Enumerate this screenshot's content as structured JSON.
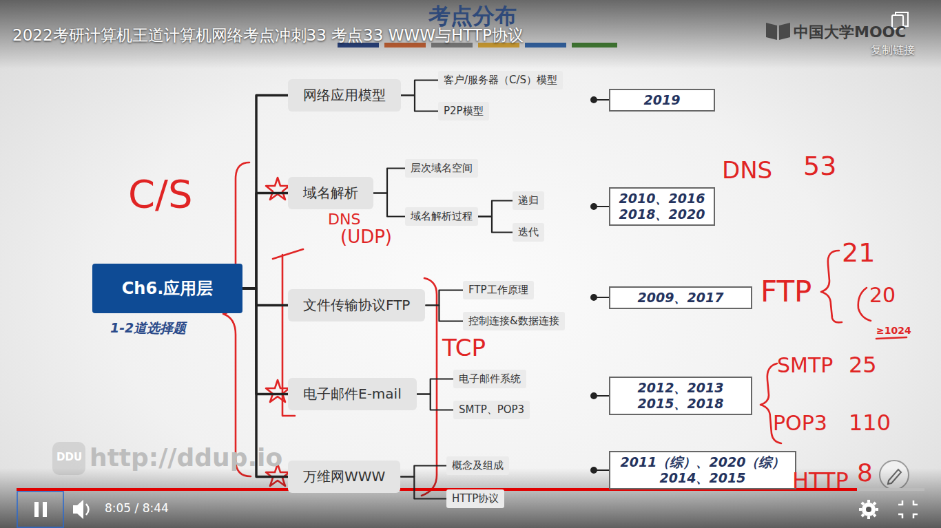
{
  "diagram": {
    "title": "考点分布",
    "nodes": [
      {
        "text": [
          "Ch6.应用层"
        ]
      },
      {
        "text": [
          "网络应用模型"
        ]
      },
      {
        "text": [
          "客户/服务器（C/S）模型"
        ]
      },
      {
        "text": [
          "P2P模型"
        ]
      },
      {
        "text": [
          "2019"
        ]
      },
      {
        "text": [
          "域名解析"
        ]
      },
      {
        "text": [
          "层次域名空间"
        ]
      },
      {
        "text": [
          "域名解析过程"
        ]
      },
      {
        "text": [
          "递归"
        ]
      },
      {
        "text": [
          "迭代"
        ]
      },
      {
        "text": [
          "2010、2016 2018、2020"
        ]
      },
      {
        "text": [
          "文件传输协议FTP"
        ]
      },
      {
        "text": [
          "FTP工作原理"
        ]
      },
      {
        "text": [
          "控制连接&数据连接"
        ]
      },
      {
        "text": [
          "2009、2017"
        ]
      },
      {
        "text": [
          "电子邮件E-mail"
        ]
      },
      {
        "text": [
          "电子邮件系统"
        ]
      },
      {
        "text": [
          "SMTP、POP3"
        ]
      },
      {
        "text": [
          "2012、2013 2015、2018"
        ]
      },
      {
        "text": [
          "万维网WWW"
        ]
      },
      {
        "text": [
          "概念及组成"
        ]
      },
      {
        "text": [
          "HTTP协议"
        ]
      },
      {
        "text": [
          "2011（综）、2020（综） 2014、2015"
        ]
      }
    ],
    "edges": [
      {
        "from": 0,
        "to": 1,
        "arrow": "none"
      },
      {
        "from": 0,
        "to": 5,
        "arrow": "none"
      },
      {
        "from": 0,
        "to": 11,
        "arrow": "none"
      },
      {
        "from": 0,
        "to": 15,
        "arrow": "none"
      },
      {
        "from": 0,
        "to": 19,
        "arrow": "none"
      },
      {
        "from": 1,
        "to": 2,
        "arrow": "none"
      },
      {
        "from": 1,
        "to": 3,
        "arrow": "none"
      },
      {
        "from": 5,
        "to": 6,
        "arrow": "none"
      },
      {
        "from": 5,
        "to": 7,
        "arrow": "none"
      },
      {
        "from": 7,
        "to": 8,
        "arrow": "none"
      },
      {
        "from": 7,
        "to": 9,
        "arrow": "none"
      },
      {
        "from": 11,
        "to": 12,
        "arrow": "none"
      },
      {
        "from": 11,
        "to": 13,
        "arrow": "none"
      },
      {
        "from": 15,
        "to": 16,
        "arrow": "none"
      },
      {
        "from": 15,
        "to": 17,
        "arrow": "none"
      },
      {
        "from": 19,
        "to": 20,
        "arrow": "none"
      },
      {
        "from": 19,
        "to": 21,
        "arrow": "none"
      }
    ],
    "labels": [
      "2022考研计算机王道计算机网络考点冲刺33 考点33 WWW与HTTP协议",
      "中国大学MOOC",
      "复制链接",
      "1-2道选择题",
      "C/S",
      "DNS",
      "(UDP)",
      "DNS",
      "53",
      "FTP",
      "21",
      "20",
      "≥1024",
      "TCP",
      "SMTP",
      "25",
      "POP3",
      "110",
      "HTTP",
      "8",
      "DDU",
      "http://ddup.io",
      "8:05 / 8:44"
    ]
  }
}
